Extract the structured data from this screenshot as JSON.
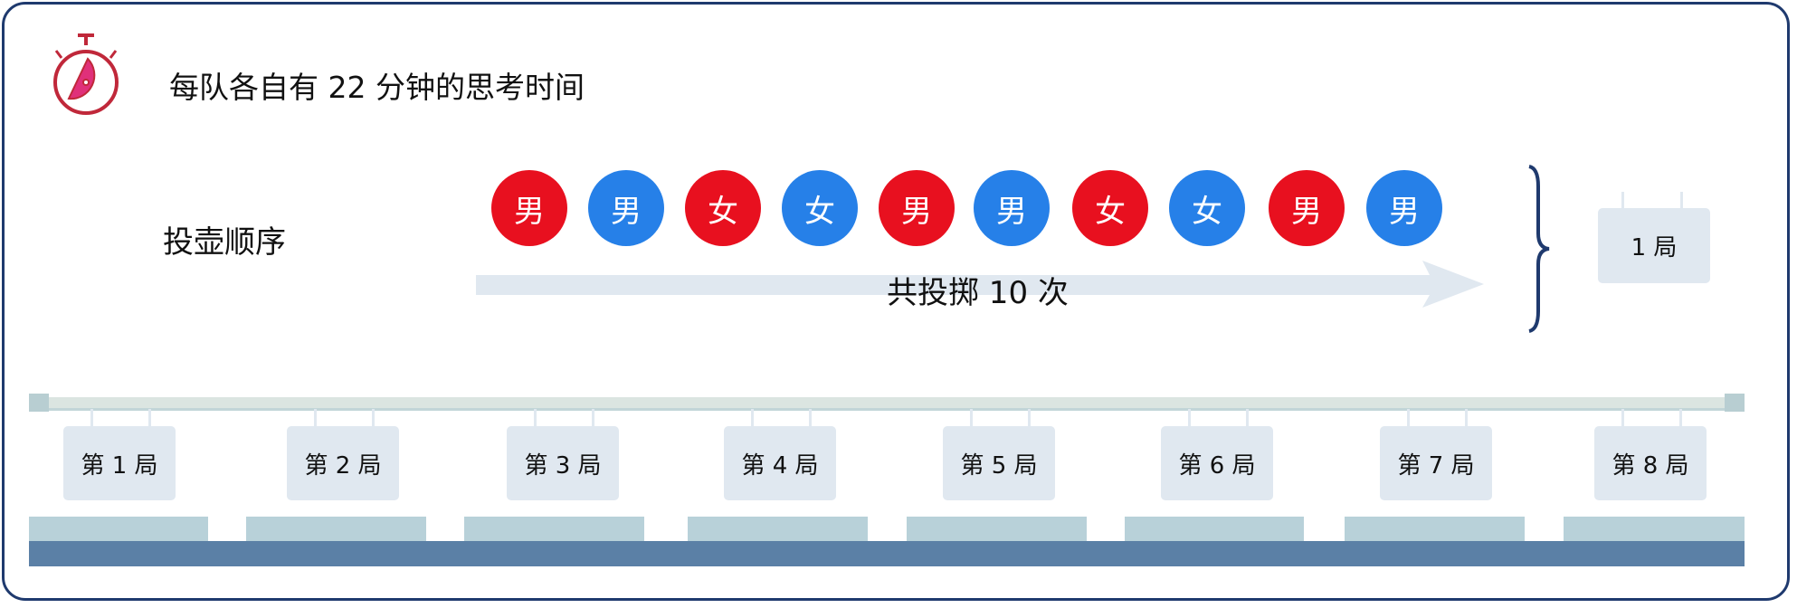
{
  "header": {
    "icon": "stopwatch-icon",
    "title": "每队各自有 22 分钟的思考时间"
  },
  "order": {
    "label": "投壶顺序",
    "throws": [
      {
        "text": "男",
        "color": "#e8101f"
      },
      {
        "text": "男",
        "color": "#2680e8"
      },
      {
        "text": "女",
        "color": "#e8101f"
      },
      {
        "text": "女",
        "color": "#2680e8"
      },
      {
        "text": "男",
        "color": "#e8101f"
      },
      {
        "text": "男",
        "color": "#2680e8"
      },
      {
        "text": "女",
        "color": "#e8101f"
      },
      {
        "text": "女",
        "color": "#2680e8"
      },
      {
        "text": "男",
        "color": "#e8101f"
      },
      {
        "text": "男",
        "color": "#2680e8"
      }
    ],
    "arrow_text": "共投掷 10 次",
    "result": "1 局"
  },
  "rounds": [
    "第 1 局",
    "第 2 局",
    "第 3 局",
    "第 4 局",
    "第 5 局",
    "第 6 局",
    "第 7 局",
    "第 8 局"
  ]
}
